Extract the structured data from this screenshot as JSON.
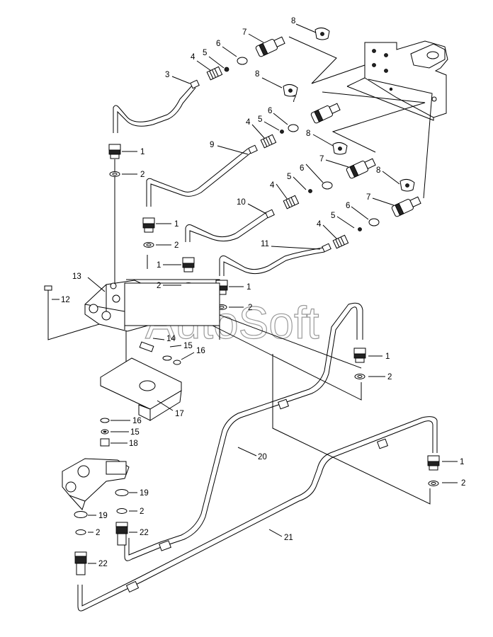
{
  "watermark": "AutoSoft",
  "callouts": [
    {
      "id": "c8a",
      "text": "8"
    },
    {
      "id": "c7a",
      "text": "7"
    },
    {
      "id": "c6a",
      "text": "6"
    },
    {
      "id": "c5a",
      "text": "5"
    },
    {
      "id": "c4a",
      "text": "4"
    },
    {
      "id": "c3",
      "text": "3"
    },
    {
      "id": "c8b",
      "text": "8"
    },
    {
      "id": "c6b",
      "text": "6"
    },
    {
      "id": "c7b",
      "text": "7"
    },
    {
      "id": "c5b",
      "text": "5"
    },
    {
      "id": "c4b",
      "text": "4"
    },
    {
      "id": "c8c",
      "text": "8"
    },
    {
      "id": "c9",
      "text": "9"
    },
    {
      "id": "c7c",
      "text": "7"
    },
    {
      "id": "c6c",
      "text": "6"
    },
    {
      "id": "c8d",
      "text": "8"
    },
    {
      "id": "c5c",
      "text": "5"
    },
    {
      "id": "c4c",
      "text": "4"
    },
    {
      "id": "c10",
      "text": "10"
    },
    {
      "id": "c6d",
      "text": "6"
    },
    {
      "id": "c7d",
      "text": "7"
    },
    {
      "id": "c5d",
      "text": "5"
    },
    {
      "id": "c4d",
      "text": "4"
    },
    {
      "id": "c11",
      "text": "11"
    },
    {
      "id": "c1a",
      "text": "1"
    },
    {
      "id": "c2a",
      "text": "2"
    },
    {
      "id": "c1b",
      "text": "1"
    },
    {
      "id": "c2b",
      "text": "2"
    },
    {
      "id": "c1c",
      "text": "1"
    },
    {
      "id": "c2c",
      "text": "2"
    },
    {
      "id": "c1d",
      "text": "1"
    },
    {
      "id": "c2d",
      "text": "2"
    },
    {
      "id": "c13",
      "text": "13"
    },
    {
      "id": "c12",
      "text": "12"
    },
    {
      "id": "c14",
      "text": "14"
    },
    {
      "id": "c15a",
      "text": "15"
    },
    {
      "id": "c16a",
      "text": "16"
    },
    {
      "id": "c17",
      "text": "17"
    },
    {
      "id": "c16b",
      "text": "16"
    },
    {
      "id": "c15b",
      "text": "15"
    },
    {
      "id": "c18",
      "text": "18"
    },
    {
      "id": "c1e",
      "text": "1"
    },
    {
      "id": "c2e",
      "text": "2"
    },
    {
      "id": "c20",
      "text": "20"
    },
    {
      "id": "c1f",
      "text": "1"
    },
    {
      "id": "c2f",
      "text": "2"
    },
    {
      "id": "c21",
      "text": "21"
    },
    {
      "id": "c19a",
      "text": "19"
    },
    {
      "id": "c2g",
      "text": "2"
    },
    {
      "id": "c19b",
      "text": "19"
    },
    {
      "id": "c22a",
      "text": "22"
    },
    {
      "id": "c2h",
      "text": "2"
    },
    {
      "id": "c22b",
      "text": "22"
    }
  ]
}
